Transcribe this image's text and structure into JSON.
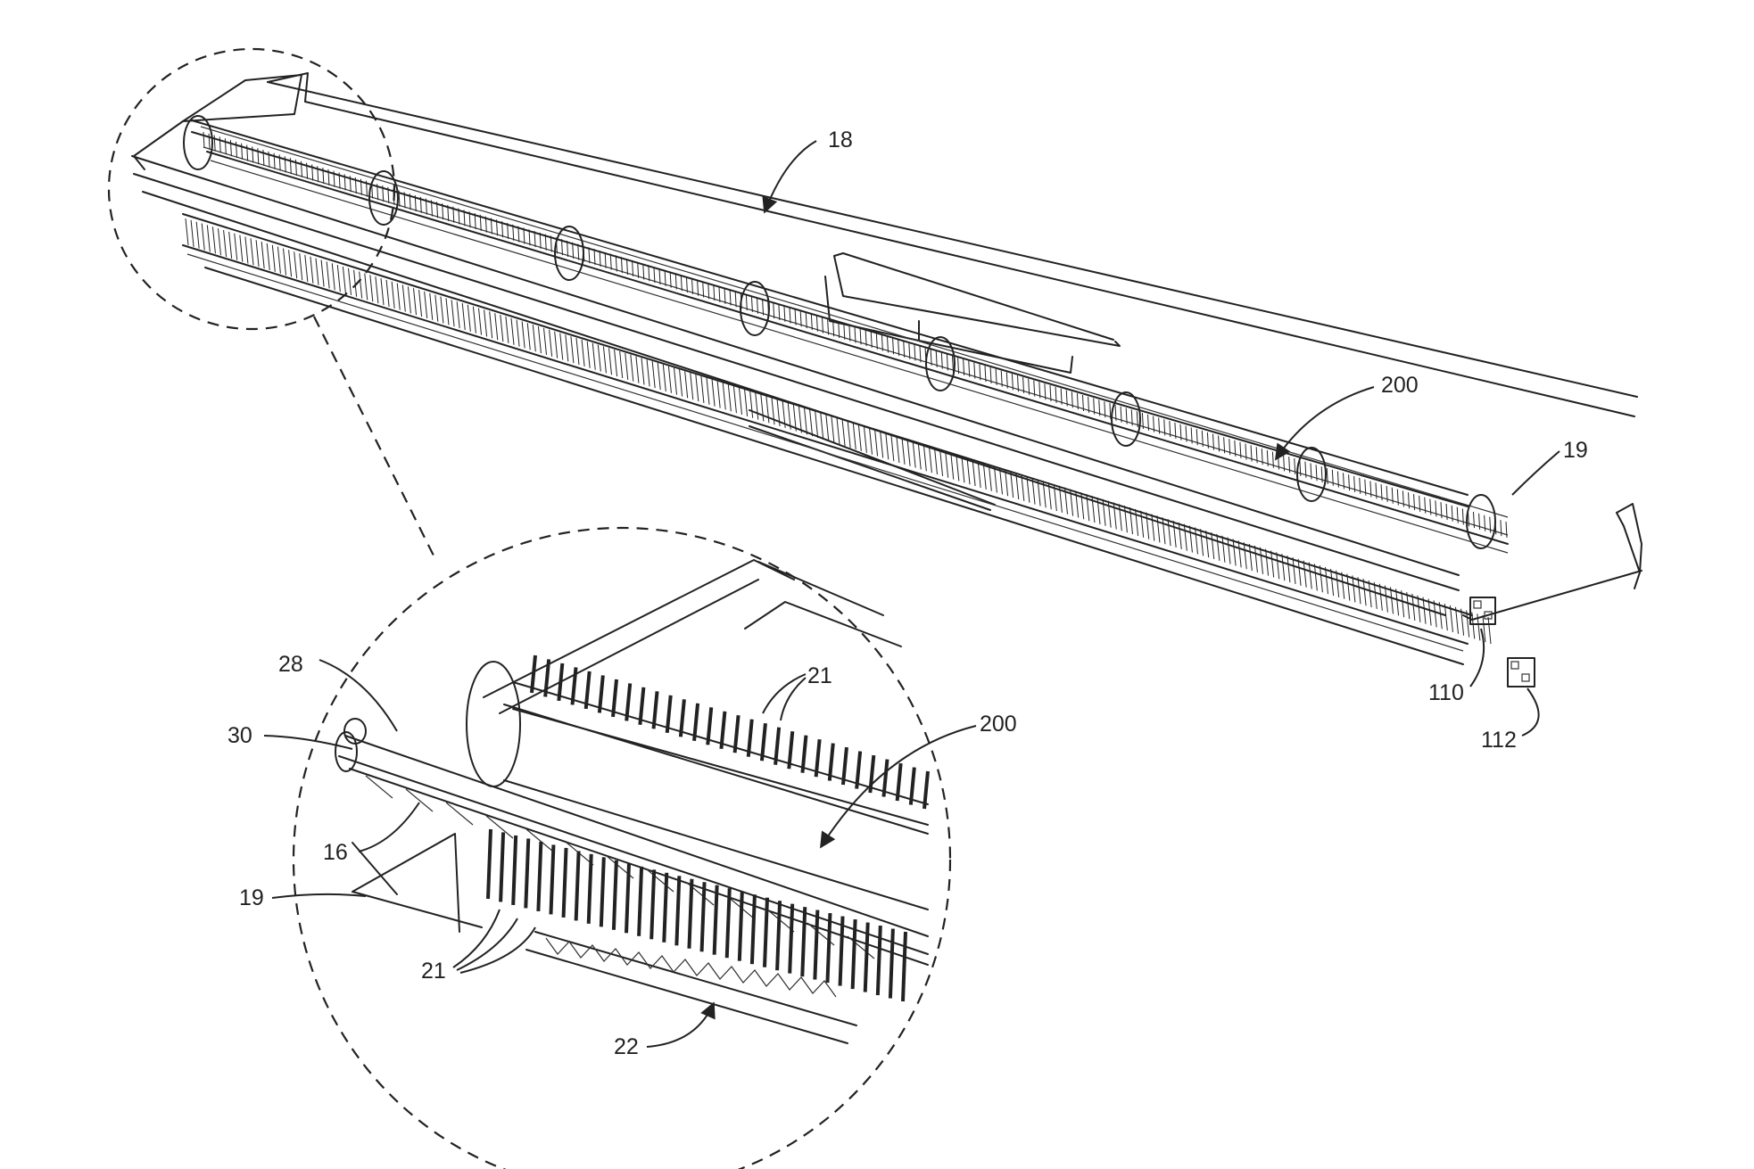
{
  "figure": {
    "labels": {
      "main_18": "18",
      "main_200": "200",
      "main_19": "19",
      "main_110": "110",
      "main_112": "112",
      "detail_28": "28",
      "detail_30": "30",
      "detail_16": "16",
      "detail_19": "19",
      "detail_21_top": "21",
      "detail_21_bottom": "21",
      "detail_200": "200",
      "detail_22": "22"
    },
    "colors": {
      "ink": "#222222",
      "background": "#ffffff"
    }
  }
}
